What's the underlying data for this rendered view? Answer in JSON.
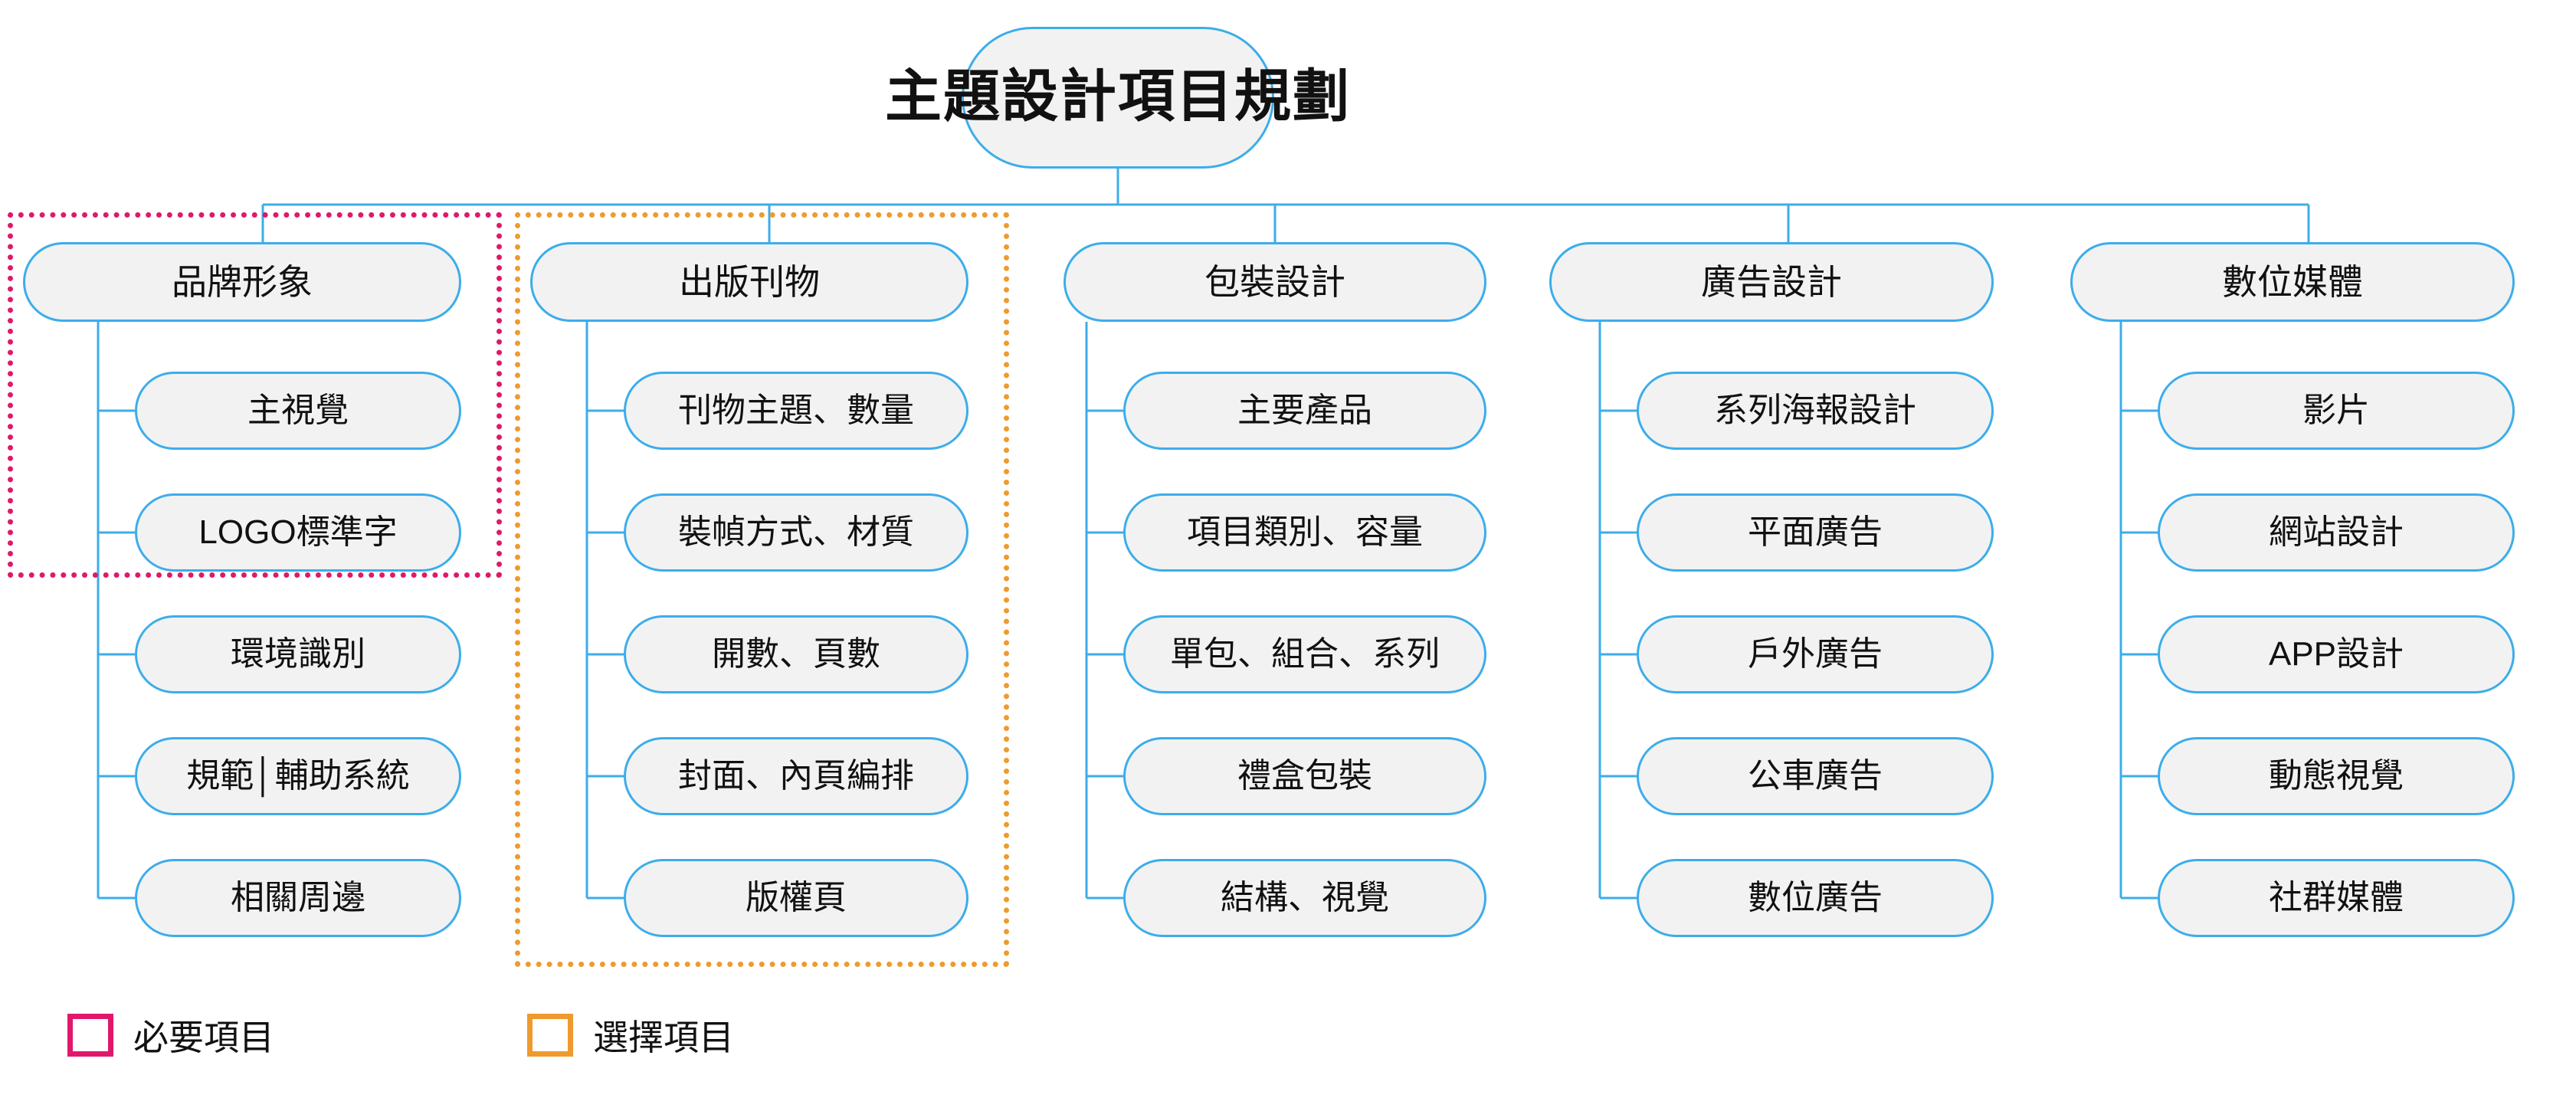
{
  "diagram": {
    "root": {
      "label": "主題設計項目規劃"
    },
    "columns": [
      {
        "id": "brand-image",
        "header": "品牌形象",
        "highlight": "required",
        "items": [
          "主視覺",
          "LOGO標準字",
          "環境識別",
          "規範│輔助系統",
          "相關周邊"
        ]
      },
      {
        "id": "publication",
        "header": "出版刊物",
        "highlight": "optional",
        "items": [
          "刊物主題、數量",
          "裝幀方式、材質",
          "開數、頁數",
          "封面、內頁編排",
          "版權頁"
        ]
      },
      {
        "id": "packaging-design",
        "header": "包裝設計",
        "highlight": "none",
        "items": [
          "主要產品",
          "項目類別、容量",
          "單包、組合、系列",
          "禮盒包裝",
          "結構、視覺"
        ]
      },
      {
        "id": "advertising-design",
        "header": "廣告設計",
        "highlight": "none",
        "items": [
          "系列海報設計",
          "平面廣告",
          "戶外廣告",
          "公車廣告",
          "數位廣告"
        ]
      },
      {
        "id": "digital-media",
        "header": "數位媒體",
        "highlight": "none",
        "items": [
          "影片",
          "網站設計",
          "APP設計",
          "動態視覺",
          "社群媒體"
        ]
      }
    ]
  },
  "legend": {
    "items": [
      {
        "key": "required",
        "label": "必要項目",
        "color": "#e0186b"
      },
      {
        "key": "optional",
        "label": "選擇項目",
        "color": "#ef9a2e"
      }
    ]
  },
  "colors": {
    "node_border": "#3cadea",
    "node_fill": "#f2f2f2",
    "connector": "#3cadea",
    "required": "#e0186b",
    "optional": "#ef9a2e",
    "text": "#111111",
    "background": "#ffffff"
  }
}
